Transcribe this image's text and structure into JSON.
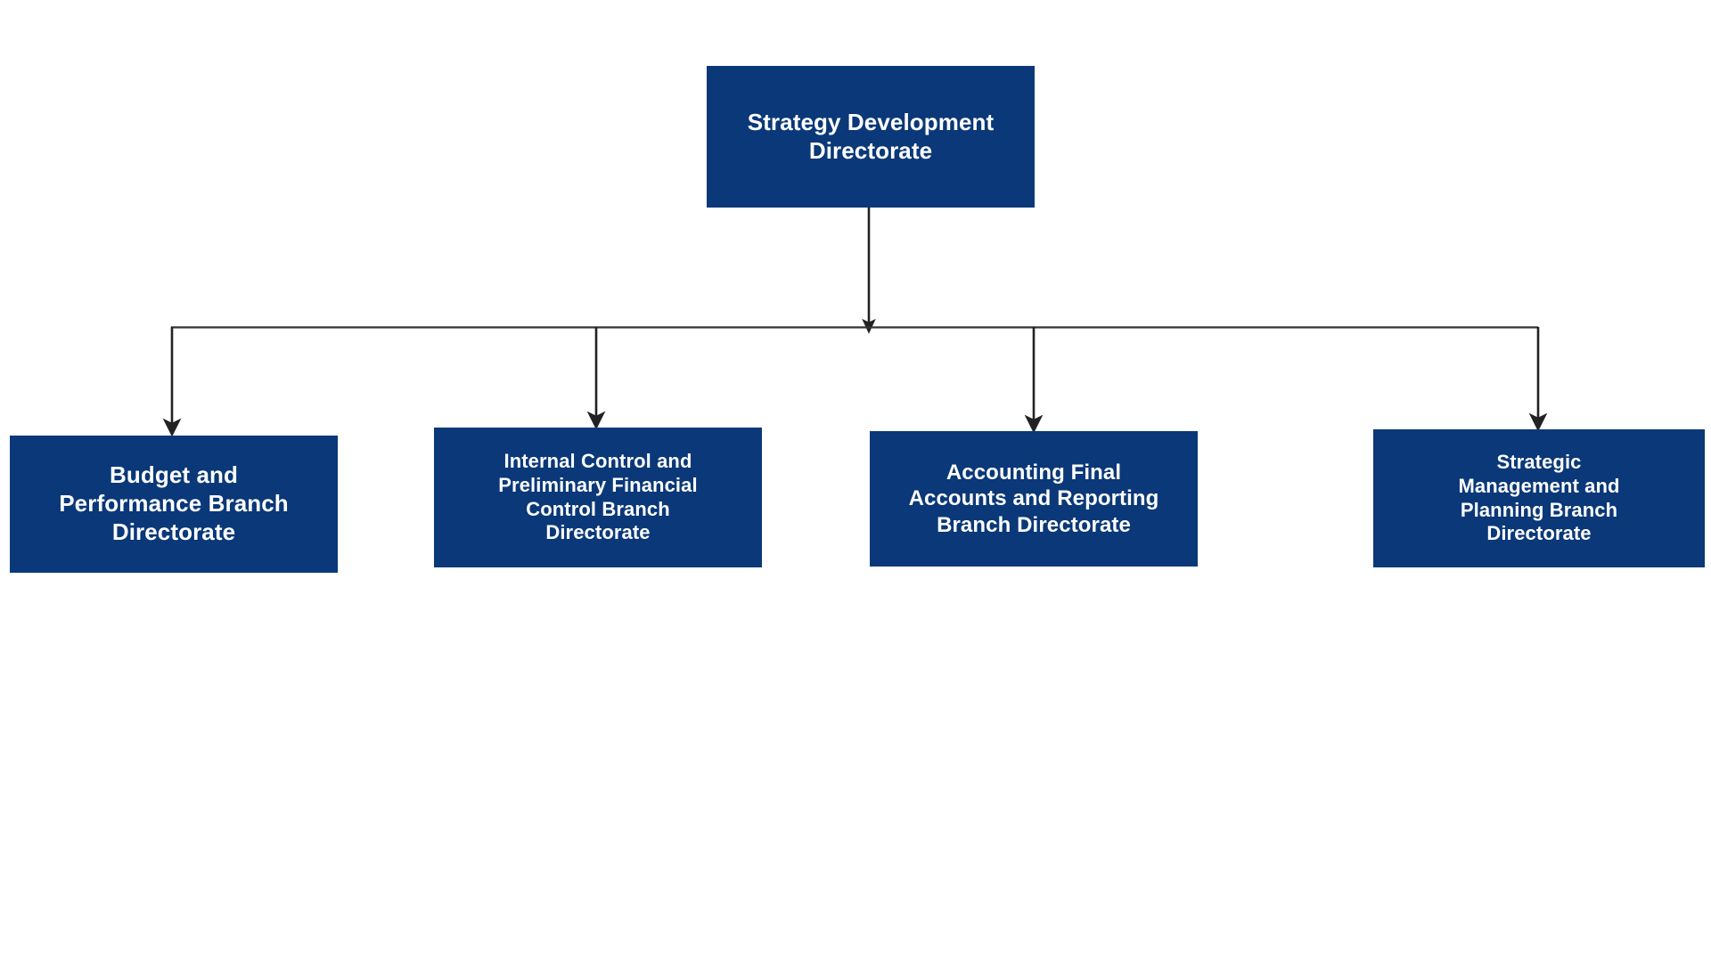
{
  "diagram": {
    "type": "organizational-chart",
    "orientation": "top-down",
    "background_color": "#ffffff",
    "node_fill_color": "#0a3878",
    "node_text_color": "#ffffff",
    "connector_color": "#222222",
    "root": {
      "id": "strategy-development-directorate",
      "label": "Strategy Development\nDirectorate"
    },
    "children": [
      {
        "id": "budget-and-performance-branch-directorate",
        "label": "Budget and\nPerformance Branch\nDirectorate"
      },
      {
        "id": "internal-control-and-preliminary-financial-control-branch-directorate",
        "label": "Internal Control and\nPreliminary Financial\nControl Branch\nDirectorate"
      },
      {
        "id": "accounting-final-accounts-and-reporting-branch-directorate",
        "label": "Accounting Final\nAccounts and Reporting\nBranch Directorate"
      },
      {
        "id": "strategic-management-and-planning-branch-directorate",
        "label": "Strategic\nManagement and\nPlanning Branch\nDirectorate"
      }
    ]
  }
}
